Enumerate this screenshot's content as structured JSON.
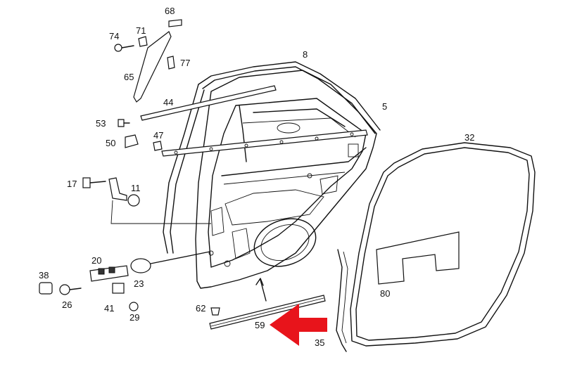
{
  "diagram": {
    "labels": {
      "p5": "5",
      "p8": "8",
      "p11": "11",
      "p17": "17",
      "p20": "20",
      "p23": "23",
      "p26": "26",
      "p29": "29",
      "p32": "32",
      "p35": "35",
      "p38": "38",
      "p41": "41",
      "p44": "44",
      "p47": "47",
      "p50": "50",
      "p53": "53",
      "p59": "59",
      "p62": "62",
      "p65": "65",
      "p68": "68",
      "p71": "71",
      "p74": "74",
      "p77": "77",
      "p80": "80"
    },
    "highlight_arrow_color": "#e8141b",
    "line_color": "#111111"
  }
}
